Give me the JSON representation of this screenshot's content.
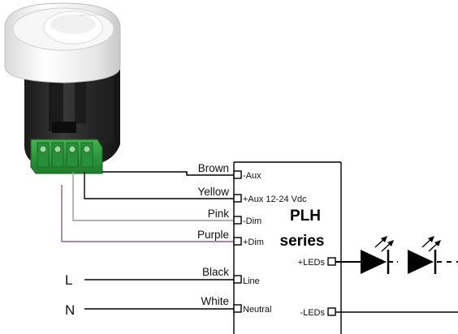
{
  "wires": [
    {
      "name": "brown",
      "label": "Brown",
      "terminal": "-Aux"
    },
    {
      "name": "yellow",
      "label": "Yellow",
      "terminal": "+Aux 12-24 Vdc"
    },
    {
      "name": "pink",
      "label": "Pink",
      "terminal": "-Dim"
    },
    {
      "name": "purple",
      "label": "Purple",
      "terminal": "+Dim"
    },
    {
      "name": "black",
      "label": "Black",
      "terminal": "Line"
    },
    {
      "name": "white",
      "label": "White",
      "terminal": "Neutral"
    }
  ],
  "mains": {
    "line": "L",
    "neutral": "N"
  },
  "driver": {
    "title_line1": "PLH",
    "title_line2": "series"
  },
  "outputs": {
    "positive": "+LEDs",
    "negative": "-LEDs"
  },
  "colors": {
    "purple_wire": "#8e5aa0",
    "pink_wire": "#9a9a9a",
    "terminal_green": "#2f9a3c",
    "device_body": "#2b2b2b",
    "device_cap": "#f4f4f4"
  }
}
